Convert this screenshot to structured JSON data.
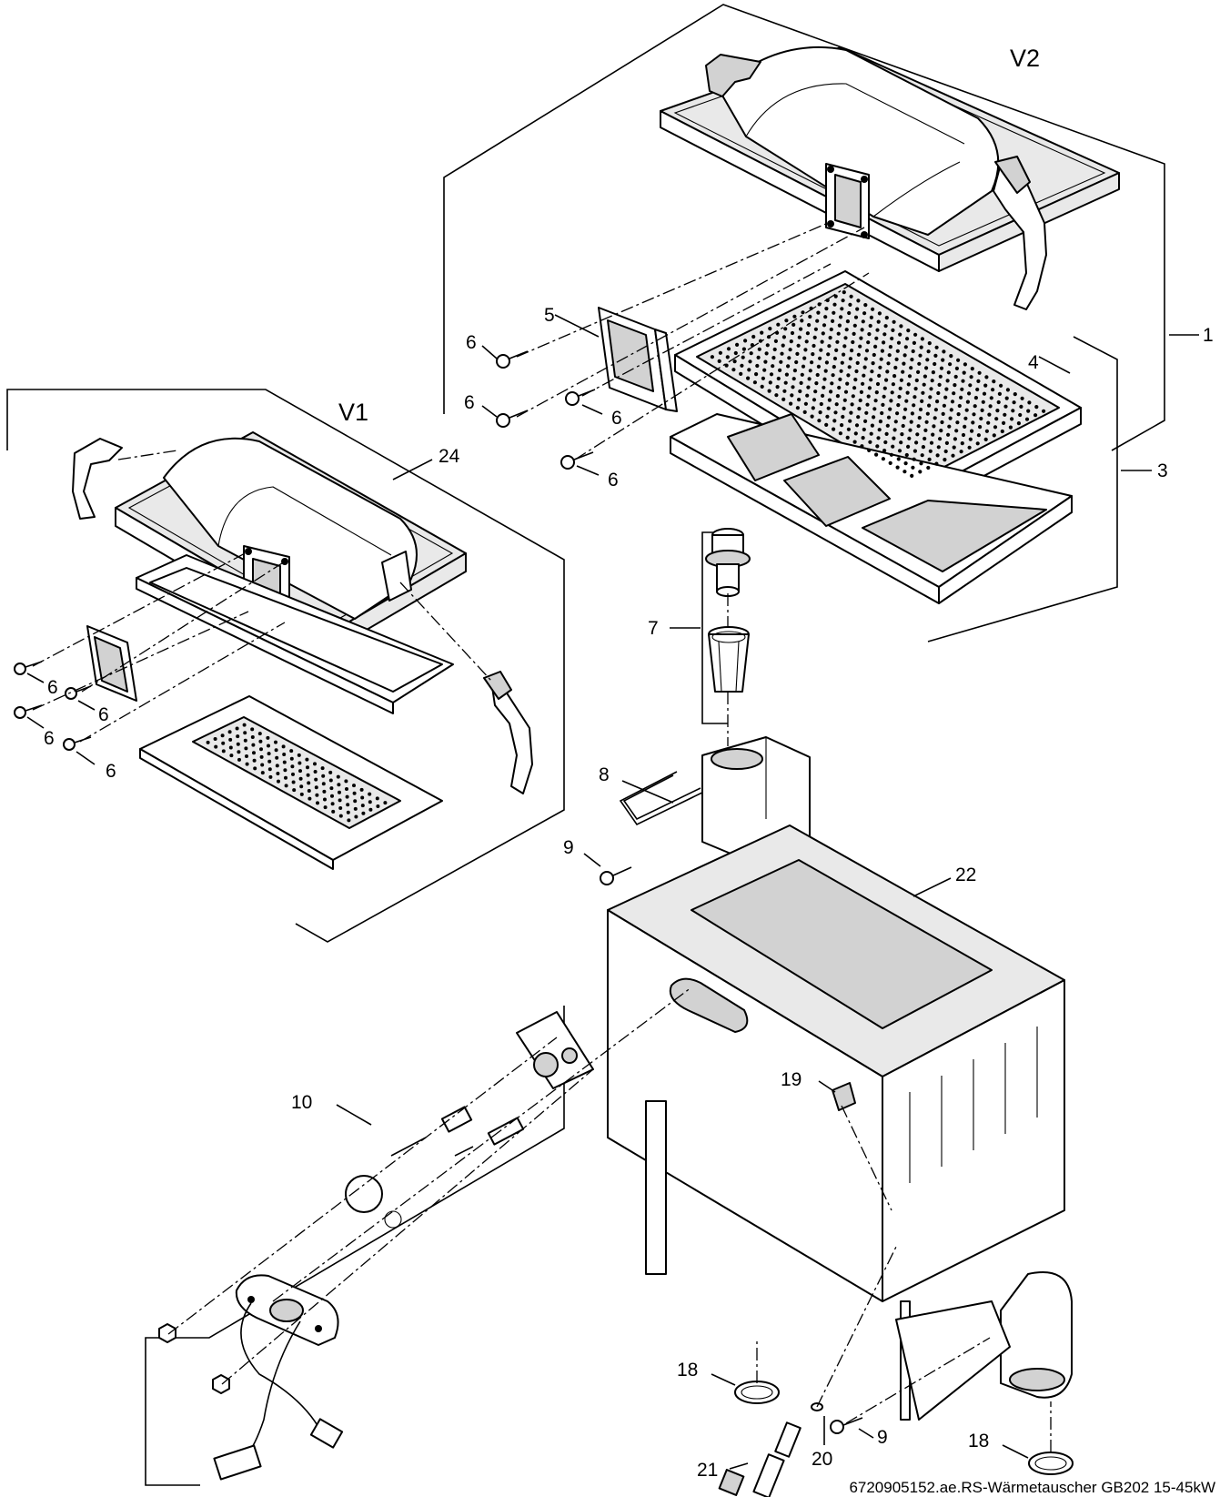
{
  "variants": {
    "v1": "V1",
    "v2": "V2"
  },
  "callouts": [
    {
      "id": "c1",
      "text": "1"
    },
    {
      "id": "c3",
      "text": "3"
    },
    {
      "id": "c4",
      "text": "4"
    },
    {
      "id": "c5",
      "text": "5"
    },
    {
      "id": "c6a",
      "text": "6"
    },
    {
      "id": "c6b",
      "text": "6"
    },
    {
      "id": "c6c",
      "text": "6"
    },
    {
      "id": "c6d",
      "text": "6"
    },
    {
      "id": "c6e",
      "text": "6"
    },
    {
      "id": "c6f",
      "text": "6"
    },
    {
      "id": "c6g",
      "text": "6"
    },
    {
      "id": "c6h",
      "text": "6"
    },
    {
      "id": "c7",
      "text": "7"
    },
    {
      "id": "c8",
      "text": "8"
    },
    {
      "id": "c9a",
      "text": "9"
    },
    {
      "id": "c9b",
      "text": "9"
    },
    {
      "id": "c10",
      "text": "10"
    },
    {
      "id": "c18a",
      "text": "18"
    },
    {
      "id": "c18b",
      "text": "18"
    },
    {
      "id": "c19",
      "text": "19"
    },
    {
      "id": "c20",
      "text": "20"
    },
    {
      "id": "c21",
      "text": "21"
    },
    {
      "id": "c22",
      "text": "22"
    },
    {
      "id": "c24",
      "text": "24"
    }
  ],
  "footer": {
    "drawing_code": "6720905152.ae.RS-Wärmetauscher GB202 15-45kW"
  }
}
